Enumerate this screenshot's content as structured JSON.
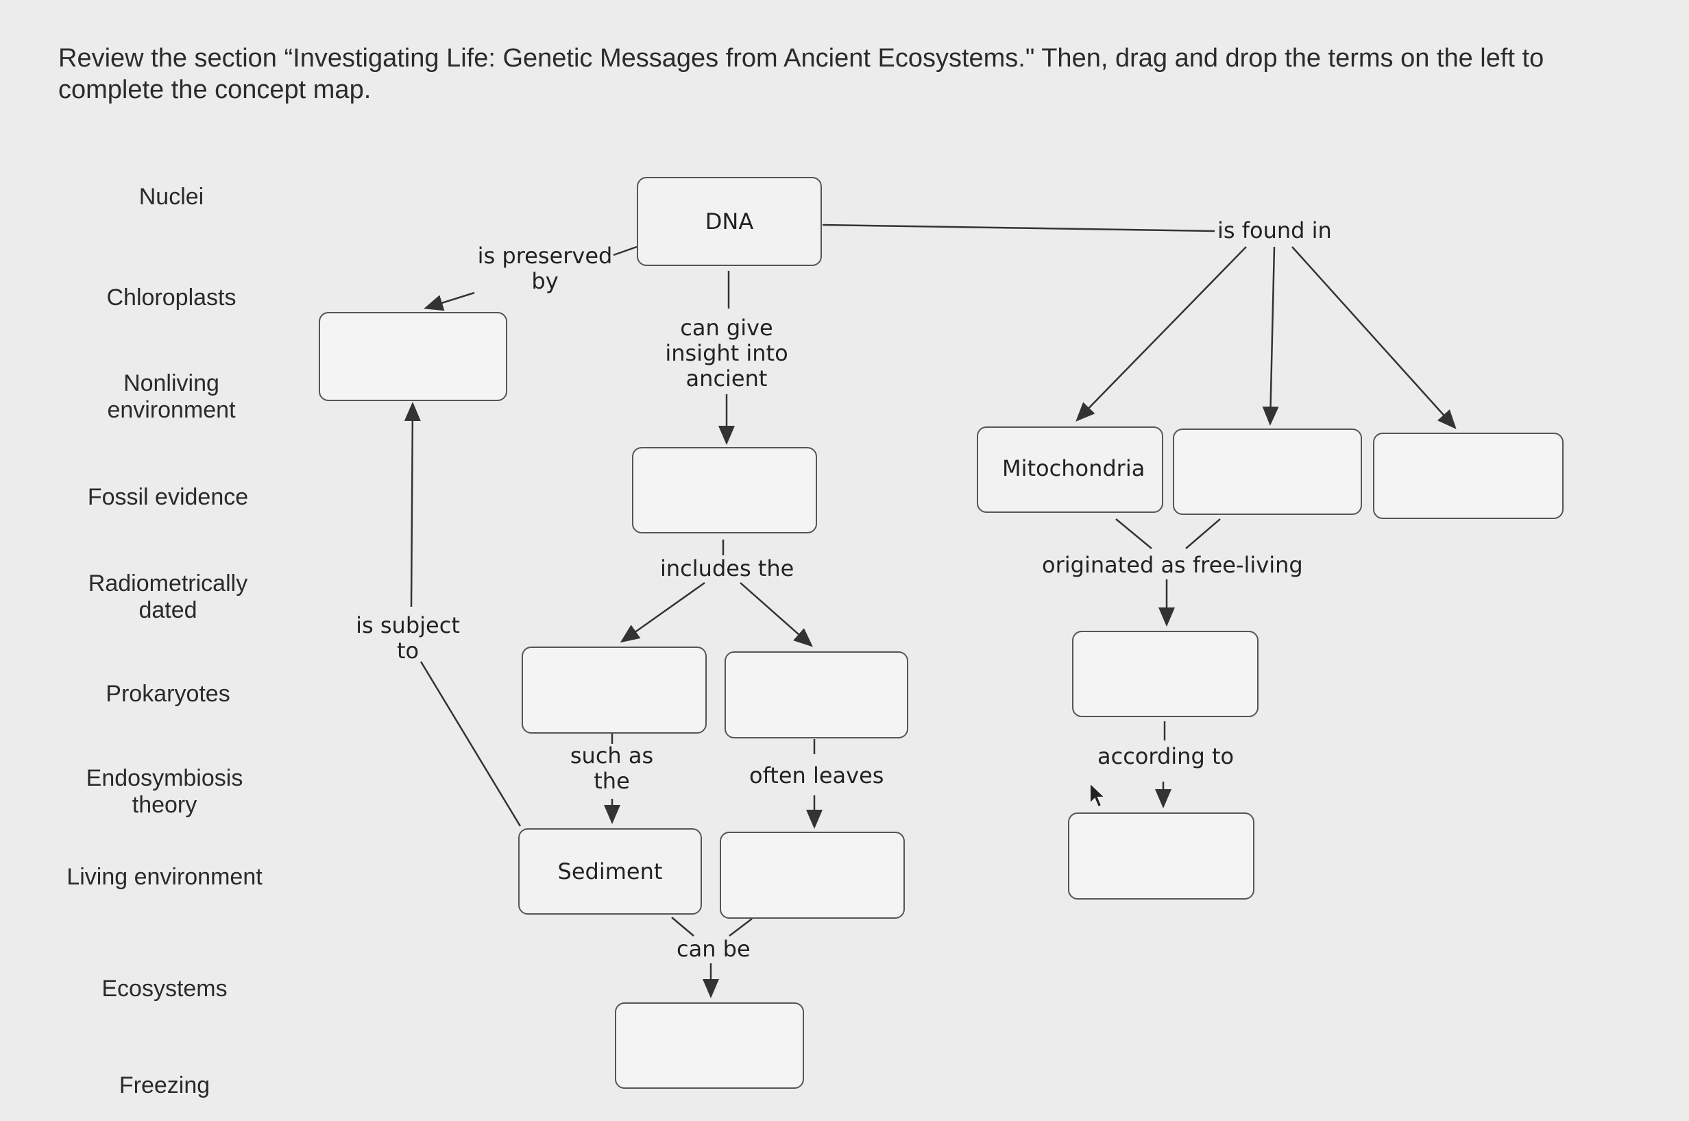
{
  "instructions": "Review the section “Investigating Life: Genetic Messages from Ancient Ecosystems.\" Then, drag and drop the terms on the left to complete the concept map.",
  "terms": [
    "Nuclei",
    "Chloroplasts",
    "Nonliving environment",
    "Fossil evidence",
    "Radiometrically dated",
    "Prokaryotes",
    "Endosymbiosis theory",
    "Living environment",
    "Ecosystems",
    "Freezing"
  ],
  "map": {
    "dna": "DNA",
    "mitochondria": "Mitochondria",
    "sediment": "Sediment",
    "links": {
      "is_preserved_by": "is preserved by",
      "can_give_insight": "can give insight into ancient",
      "is_found_in": "is found in",
      "includes_the": "includes the",
      "is_subject_to": "is subject to",
      "such_as_the": "such as the",
      "often_leaves": "often leaves",
      "can_be": "can be",
      "originated_as": "originated as free-living",
      "according_to": "according to"
    }
  },
  "colors": {
    "background": "#ececec",
    "box_border": "#555555",
    "line": "#333333"
  }
}
